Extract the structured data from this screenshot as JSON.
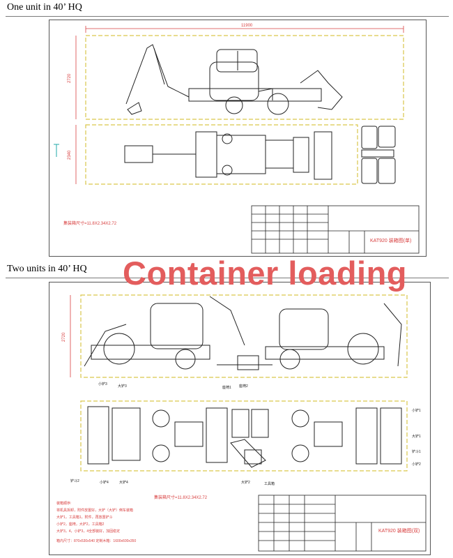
{
  "section1": {
    "title": "One unit in 40’ HQ"
  },
  "section2": {
    "title": "Two units in 40’ HQ"
  },
  "overlay_title": "Container loading",
  "drawing1": {
    "length_dim": "11900",
    "height_dim": "2720",
    "width_dim": "2340",
    "size_note": "集装箱尺寸=11.8X2.34X2.72",
    "title_block_name": "KAT920 装箱图(单)"
  },
  "drawing2": {
    "height_dim": "2720",
    "size_note": "集装箱尺寸=11.8X2.34X2.72",
    "title_block_name": "KAT920 装箱图(双)",
    "labels": [
      "小铲3",
      "大铲3",
      "座椅1",
      "座椅2",
      "小铲1",
      "大铲1",
      "铲斗1",
      "小铲2",
      "铲斗2",
      "小铲4",
      "大铲4",
      "大铲2",
      "工具箱"
    ],
    "notes_title": "装箱顺序:",
    "notes": [
      "将机具拆卸，附件放置好，大铲（大铲）倒车装箱",
      "大铲1，工具箱1，附件，再放置铲斗",
      "小铲2，座椅，大铲2，工具箱2",
      "大铲3，4，小铲3，4全部装好，加固稳定"
    ],
    "dims_text": "箱内尺寸：870x530x540    定制木箱：1600x600x350"
  },
  "colors": {
    "overlay": "#e35d5d",
    "cad_yellow": "#d9c64a",
    "cad_red": "#d84040",
    "cad_ink": "#222222"
  }
}
